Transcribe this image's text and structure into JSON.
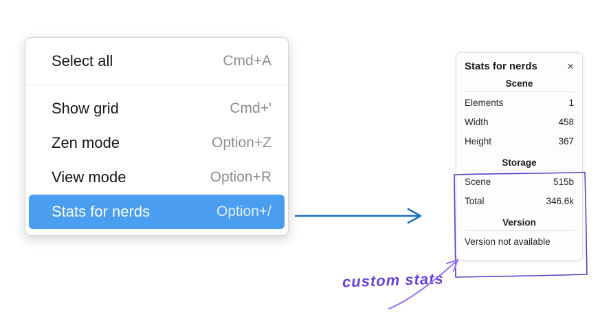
{
  "context_menu": {
    "items": [
      {
        "label": "Select all",
        "shortcut": "Cmd+A",
        "selected": false
      },
      {
        "label": "Show grid",
        "shortcut": "Cmd+'",
        "selected": false
      },
      {
        "label": "Zen mode",
        "shortcut": "Option+Z",
        "selected": false
      },
      {
        "label": "View mode",
        "shortcut": "Option+R",
        "selected": false
      },
      {
        "label": "Stats for nerds",
        "shortcut": "Option+/",
        "selected": true
      }
    ]
  },
  "stats_panel": {
    "title": "Stats for nerds",
    "close": "×",
    "scene_section": {
      "heading": "Scene",
      "rows": [
        {
          "label": "Elements",
          "value": "1"
        },
        {
          "label": "Width",
          "value": "458"
        },
        {
          "label": "Height",
          "value": "367"
        }
      ]
    },
    "storage_section": {
      "heading": "Storage",
      "rows": [
        {
          "label": "Scene",
          "value": "515b"
        },
        {
          "label": "Total",
          "value": "346.6k"
        }
      ]
    },
    "version_section": {
      "heading": "Version",
      "message": "Version not available"
    }
  },
  "annotation": {
    "text": "custom stats"
  },
  "colors": {
    "selected_bg": "#4a9def",
    "arrow": "#1971c2",
    "highlight_rect": "#5f3dc4",
    "annotation_arrow": "#9775fa",
    "annotation_text": "#6741d9"
  }
}
